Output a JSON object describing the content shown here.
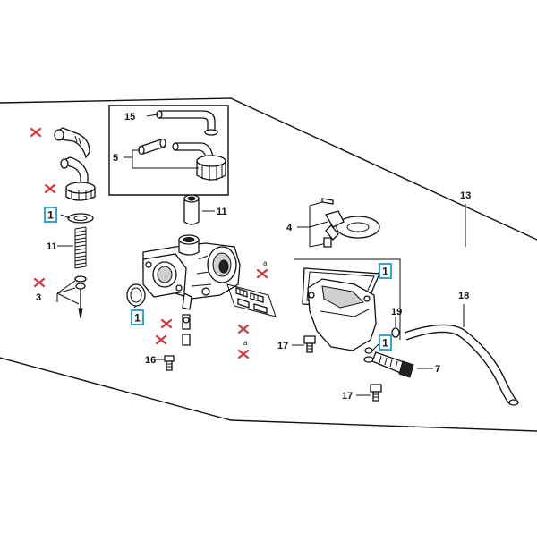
{
  "diagram": {
    "part_numbers": {
      "p1a": "1",
      "p1b": "1",
      "p1c": "1",
      "p1d": "1",
      "p3": "3",
      "p4": "4",
      "p5": "5",
      "p7": "7",
      "p11a": "11",
      "p11b": "11",
      "p13": "13",
      "p15": "15",
      "p16": "16",
      "p17a": "17",
      "p17b": "17",
      "p18": "18",
      "p19": "19"
    },
    "small_marks": {
      "a": "a",
      "b": "a"
    },
    "colors": {
      "highlight_box": "#2fa6d6",
      "not_available_mark": "#d23a3a",
      "line": "#111111"
    }
  }
}
